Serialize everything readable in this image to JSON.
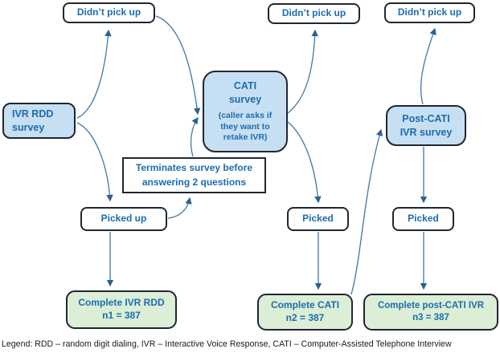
{
  "nodes": {
    "didnt_pick_up_1": {
      "label": "Didn’t pick up"
    },
    "didnt_pick_up_2": {
      "label": "Didn’t pick up"
    },
    "didnt_pick_up_3": {
      "label": "Didn’t pick up"
    },
    "ivr_rdd_survey": {
      "lines": [
        "IVR RDD",
        "survey"
      ]
    },
    "cati_survey": {
      "title_lines": [
        "CATI",
        "survey"
      ],
      "note": "(caller asks if they want to retake IVR)"
    },
    "post_cati_ivr_survey": {
      "lines": [
        "Post-CATI",
        "IVR survey"
      ]
    },
    "terminates_survey": {
      "label": "Terminates survey before answering 2 questions"
    },
    "picked_up": {
      "label": "Picked up"
    },
    "picked_cati": {
      "label": "Picked"
    },
    "picked_post": {
      "label": "Picked"
    },
    "complete_ivr_rdd": {
      "lines": [
        "Complete IVR RDD",
        "n1 = 387"
      ]
    },
    "complete_cati": {
      "lines": [
        "Complete CATI",
        "n2 = 387"
      ]
    },
    "complete_post_cati": {
      "lines": [
        "Complete post-CATI IVR",
        "n3 = 387"
      ]
    }
  },
  "edges": [
    {
      "from": "ivr_rdd_survey",
      "to": "didnt_pick_up_1"
    },
    {
      "from": "ivr_rdd_survey",
      "to": "picked_up"
    },
    {
      "from": "didnt_pick_up_1",
      "to": "cati_survey"
    },
    {
      "from": "terminates_survey",
      "to": "cati_survey"
    },
    {
      "from": "picked_up",
      "to": "terminates_survey"
    },
    {
      "from": "picked_up",
      "to": "complete_ivr_rdd"
    },
    {
      "from": "cati_survey",
      "to": "didnt_pick_up_2"
    },
    {
      "from": "cati_survey",
      "to": "picked_cati"
    },
    {
      "from": "picked_cati",
      "to": "complete_cati"
    },
    {
      "from": "complete_cati",
      "to": "post_cati_ivr_survey"
    },
    {
      "from": "post_cati_ivr_survey",
      "to": "didnt_pick_up_3"
    },
    {
      "from": "post_cati_ivr_survey",
      "to": "picked_post"
    },
    {
      "from": "picked_post",
      "to": "complete_post_cati"
    }
  ],
  "counts": {
    "n1": "387",
    "n2": "387",
    "n3": "387"
  },
  "legend": {
    "text": "Legend: RDD – random digit dialing, IVR – Interactive Voice Response, CATI – Computer-Assisted Telephone Interview"
  },
  "colors": {
    "box_fill_blue": "#C7DFF2",
    "box_fill_green": "#DCEED6",
    "box_fill_white": "#FFFFFF",
    "box_border": "#1F2733",
    "arrow_stroke": "#4377A5",
    "arrowhead_fill": "#2E608C",
    "node_text": "#1B6CB0",
    "legend_text": "#1A1A1A"
  }
}
